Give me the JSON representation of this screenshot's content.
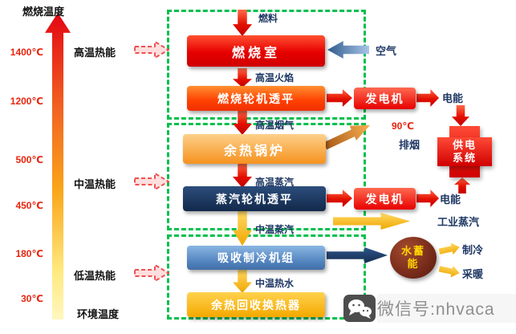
{
  "axis": {
    "top_title": "燃烧温度",
    "bottom_title": "环境温度",
    "temps": [
      "1400℃",
      "1200℃",
      "500℃",
      "450℃",
      "180℃",
      "30℃"
    ],
    "heat_levels": [
      "高温热能",
      "中温热能",
      "低温热能"
    ]
  },
  "top": {
    "fuel": "燃料",
    "combustion_chamber": "燃烧室",
    "air": "空气",
    "flame": "高温火焰",
    "gas_turbine": "燃烧轮机透平",
    "generator": "发电机",
    "electric": "电能",
    "flue_gas": "高温烟气"
  },
  "mid": {
    "boiler": "余热锅炉",
    "exhaust_temp": "90℃",
    "exhaust": "排烟",
    "ht_steam": "高温蒸汽",
    "steam_turbine": "蒸汽轮机透平",
    "generator": "发电机",
    "electric": "电能",
    "industrial_steam": "工业蒸汽",
    "mt_steam": "中温蒸汽"
  },
  "bottom": {
    "chiller": "吸收制冷机组",
    "storage_l1": "水蓄",
    "storage_l2": "能",
    "cooling": "制冷",
    "heating": "采暖",
    "hot_water": "中温热水",
    "heat_exchanger": "余热回收换热器"
  },
  "grid": {
    "l1": "供电",
    "l2": "系统"
  },
  "colors": {
    "green_dash": "#00bf4e",
    "navy": "#1f3864",
    "red": "#e60000",
    "gold": "#ffc000"
  },
  "watermark": {
    "text": "微信号:nhvaca"
  }
}
